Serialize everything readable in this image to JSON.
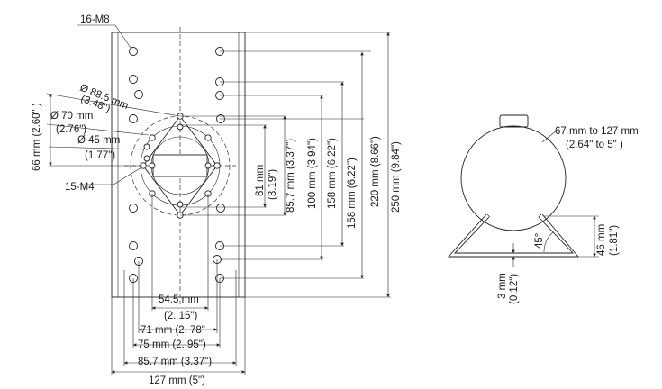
{
  "front_view": {
    "labels": {
      "m8": "16-M8",
      "m4": "15-M4",
      "d88": "Ø 88.5 mm",
      "d88_in": "(3.48\")",
      "d70": "Ø 70 mm",
      "d70_in": "(2.76\")",
      "d45": "Ø 45 mm",
      "d45_in": "(1.77\")",
      "h66": "66 mm (2.60\" )",
      "v81": "81 mm",
      "v81_in": "(3.19\")",
      "v857": "85.7 mm (3.37\")",
      "v100": "100 mm (3.94\")",
      "v158a": "158 mm (6.22\")",
      "v158b": "158 mm (6.22\")",
      "v220": "220 mm (8.66\")",
      "v250": "250 mm (9.84\")",
      "h545": "54.5 mm",
      "h545_in": "(2. 15\")",
      "h71": "71 mm (2. 78\"",
      "h75": "75 mm (2. 95\")",
      "h857": "85.7 mm (3.37\")",
      "h127": "127 mm (5\")"
    }
  },
  "side_view": {
    "labels": {
      "pole_range": "67 mm to 127 mm",
      "pole_range_in": "(2.64\" to 5\" )",
      "angle": "45°",
      "h46": "46 mm",
      "h46_in": "(1.81\")",
      "t3": "3 mm",
      "t3_in": "(0.12\")"
    }
  }
}
